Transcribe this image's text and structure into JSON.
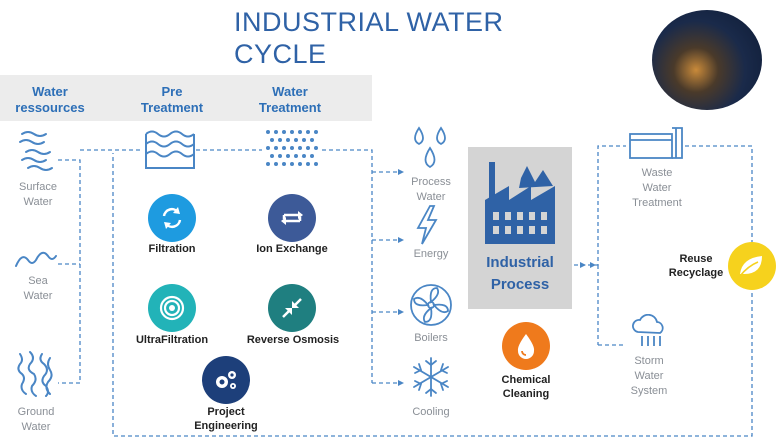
{
  "title_line1": "INDUSTRIAL WATER",
  "title_line2": "CYCLE",
  "headers": {
    "water_resources": [
      "Water",
      "ressources"
    ],
    "pre_treatment": [
      "Pre",
      "Treatment"
    ],
    "water_treatment": [
      "Water",
      "Treatment"
    ]
  },
  "resources": {
    "surface": [
      "Surface",
      "Water"
    ],
    "sea": [
      "Sea",
      "Water"
    ],
    "ground": [
      "Ground",
      "Water"
    ]
  },
  "treatments": {
    "filtration": "Filtration",
    "ion_exchange": "Ion Exchange",
    "ultrafiltration": "UltraFiltration",
    "reverse_osmosis": "Reverse Osmosis",
    "project_engineering": [
      "Project",
      "Engineering"
    ]
  },
  "utilities": {
    "process_water": [
      "Process",
      "Water"
    ],
    "energy": "Energy",
    "boilers": "Boilers",
    "cooling": "Cooling"
  },
  "industrial_process": [
    "Industrial",
    "Process"
  ],
  "chemical_cleaning": [
    "Chemical",
    "Cleaning"
  ],
  "outputs": {
    "waste": [
      "Waste",
      "Water",
      "Treatment"
    ],
    "storm": [
      "Storm",
      "Water",
      "System"
    ],
    "reuse": [
      "Reuse",
      "Recyclage"
    ]
  },
  "colors": {
    "title": "#2f62a6",
    "header": "#2d6fb7",
    "filtration": "#1e9be0",
    "ion_exchange": "#3d5a98",
    "ultrafiltration": "#22b3b8",
    "reverse_osmosis": "#1f7f80",
    "project_engineering": "#1d3f7a",
    "chemical_cleaning": "#ef7a1c",
    "reuse": "#f6d21d",
    "dashed_line": "#4a86c5"
  }
}
